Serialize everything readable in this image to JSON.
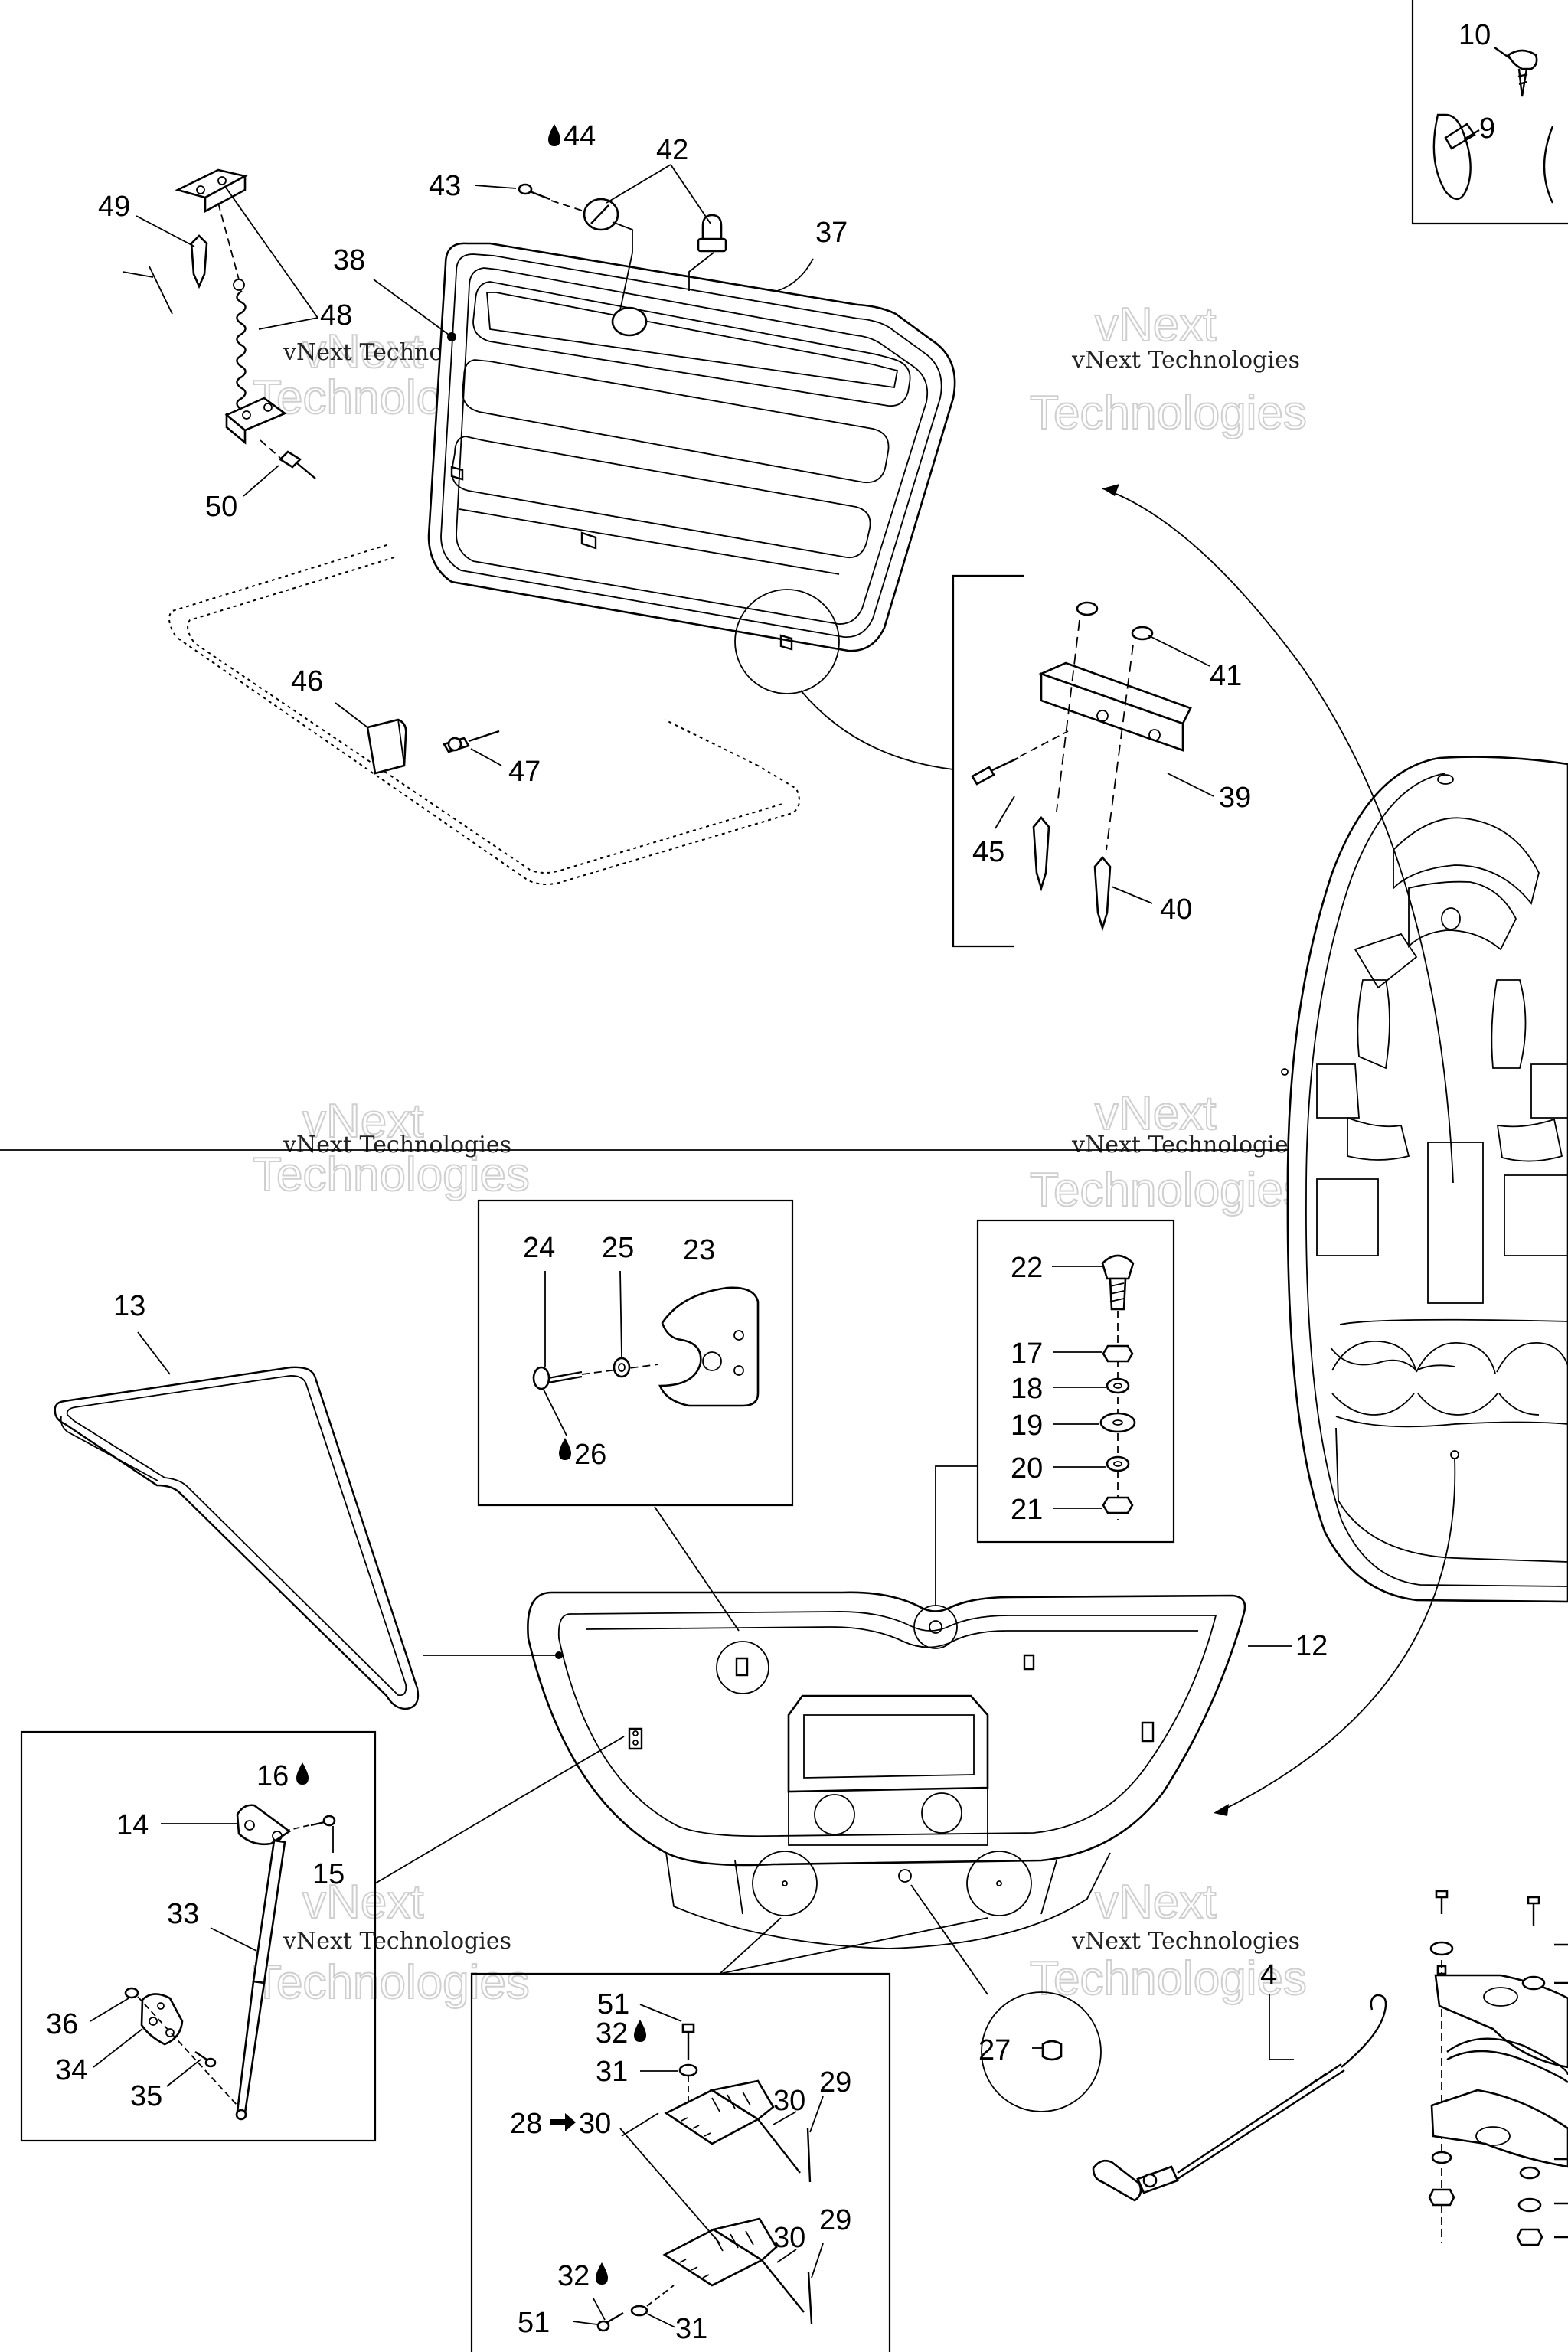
{
  "labels": {
    "l4": "4",
    "l9": "9",
    "l10": "10",
    "l12": "12",
    "l13": "13",
    "l14": "14",
    "l15": "15",
    "l16": "16",
    "l17": "17",
    "l18": "18",
    "l19": "19",
    "l20": "20",
    "l21": "21",
    "l22": "22",
    "l23": "23",
    "l24": "24",
    "l25": "25",
    "l26": "26",
    "l27": "27",
    "l28": "28",
    "l29a": "29",
    "l29b": "29",
    "l30a": "30",
    "l30b": "30",
    "l30c": "30",
    "l31a": "31",
    "l31b": "31",
    "l32a": "32",
    "l32b": "32",
    "l33": "33",
    "l34": "34",
    "l35": "35",
    "l36": "36",
    "l37": "37",
    "l38": "38",
    "l39": "39",
    "l40": "40",
    "l41": "41",
    "l42": "42",
    "l43": "43",
    "l44": "44",
    "l45": "45",
    "l46": "46",
    "l47": "47",
    "l48": "48",
    "l49": "49",
    "l50": "50",
    "l51a": "51",
    "l51b": "51"
  },
  "watermark": {
    "line1": "vNext Technologies",
    "line2a": "vNext",
    "line2b": "Technologies"
  },
  "icons": {
    "adhesive": "droplet-icon",
    "arrow": "right-arrow-icon"
  }
}
